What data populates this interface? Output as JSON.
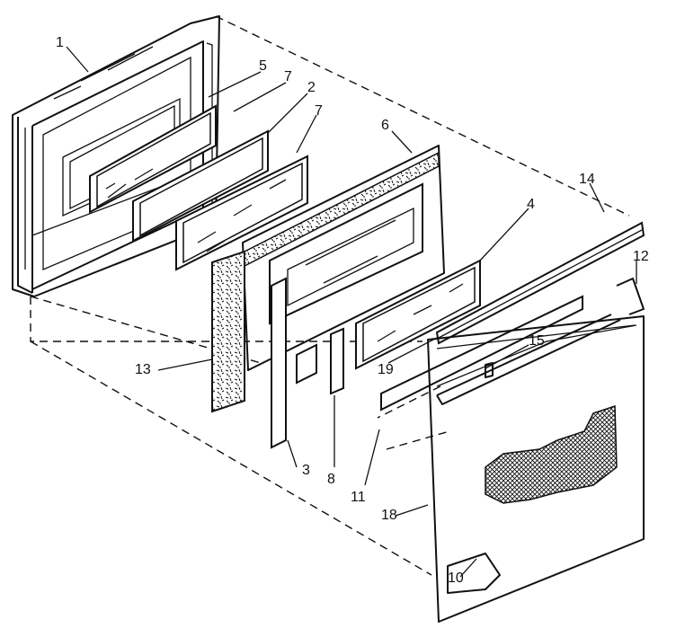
{
  "diagram": {
    "callouts": [
      {
        "id": "p1",
        "label": "1"
      },
      {
        "id": "p5",
        "label": "5"
      },
      {
        "id": "p7a",
        "label": "7"
      },
      {
        "id": "p2",
        "label": "2"
      },
      {
        "id": "p7b",
        "label": "7"
      },
      {
        "id": "p6",
        "label": "6"
      },
      {
        "id": "p14",
        "label": "14"
      },
      {
        "id": "p4",
        "label": "4"
      },
      {
        "id": "p12",
        "label": "12"
      },
      {
        "id": "p15",
        "label": "15"
      },
      {
        "id": "p13",
        "label": "13"
      },
      {
        "id": "p19",
        "label": "19"
      },
      {
        "id": "p3",
        "label": "3"
      },
      {
        "id": "p8",
        "label": "8"
      },
      {
        "id": "p11",
        "label": "11"
      },
      {
        "id": "p18",
        "label": "18"
      },
      {
        "id": "p10",
        "label": "10"
      }
    ]
  }
}
